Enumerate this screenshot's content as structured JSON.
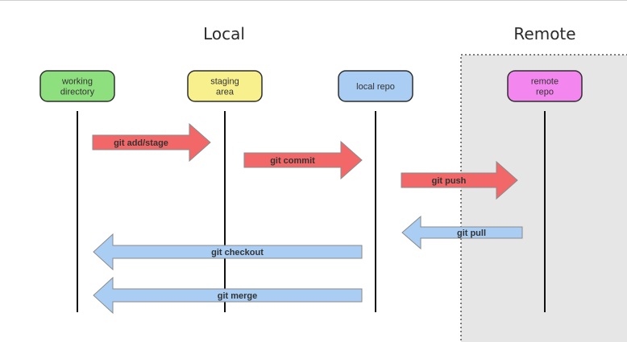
{
  "sections": {
    "local": "Local",
    "remote": "Remote"
  },
  "nodes": [
    {
      "id": "working",
      "lines": [
        "working",
        "directory"
      ],
      "fill": "#8ee07e",
      "stroke": "#2f2f2f"
    },
    {
      "id": "staging",
      "lines": [
        "staging",
        "area"
      ],
      "fill": "#f7f08c",
      "stroke": "#2f2f2f"
    },
    {
      "id": "local",
      "lines": [
        "local repo"
      ],
      "fill": "#a9cdf3",
      "stroke": "#2f2f2f"
    },
    {
      "id": "remote",
      "lines": [
        "remote",
        "repo"
      ],
      "fill": "#f486ef",
      "stroke": "#2f2f2f"
    }
  ],
  "commands": [
    {
      "id": "git-add",
      "label": "git add/stage",
      "from": "working",
      "to": "staging",
      "direction": "right",
      "color": "#f26868"
    },
    {
      "id": "git-commit",
      "label": "git commit",
      "from": "staging",
      "to": "local",
      "direction": "right",
      "color": "#f26868"
    },
    {
      "id": "git-push",
      "label": "git push",
      "from": "local",
      "to": "remote",
      "direction": "right",
      "color": "#f26868"
    },
    {
      "id": "git-pull",
      "label": "git pull",
      "from": "remote",
      "to": "local",
      "direction": "left",
      "color": "#a9cdf3"
    },
    {
      "id": "git-checkout",
      "label": "git checkout",
      "from": "local",
      "to": "working",
      "direction": "left",
      "color": "#a9cdf3"
    },
    {
      "id": "git-merge",
      "label": "git merge",
      "from": "local",
      "to": "working",
      "direction": "left",
      "color": "#a9cdf3"
    }
  ],
  "colors": {
    "remote_zone_fill": "#e6e6e6",
    "remote_zone_border": "#555555",
    "lifeline": "#111111",
    "arrow_outline": "#8a8a8a"
  }
}
